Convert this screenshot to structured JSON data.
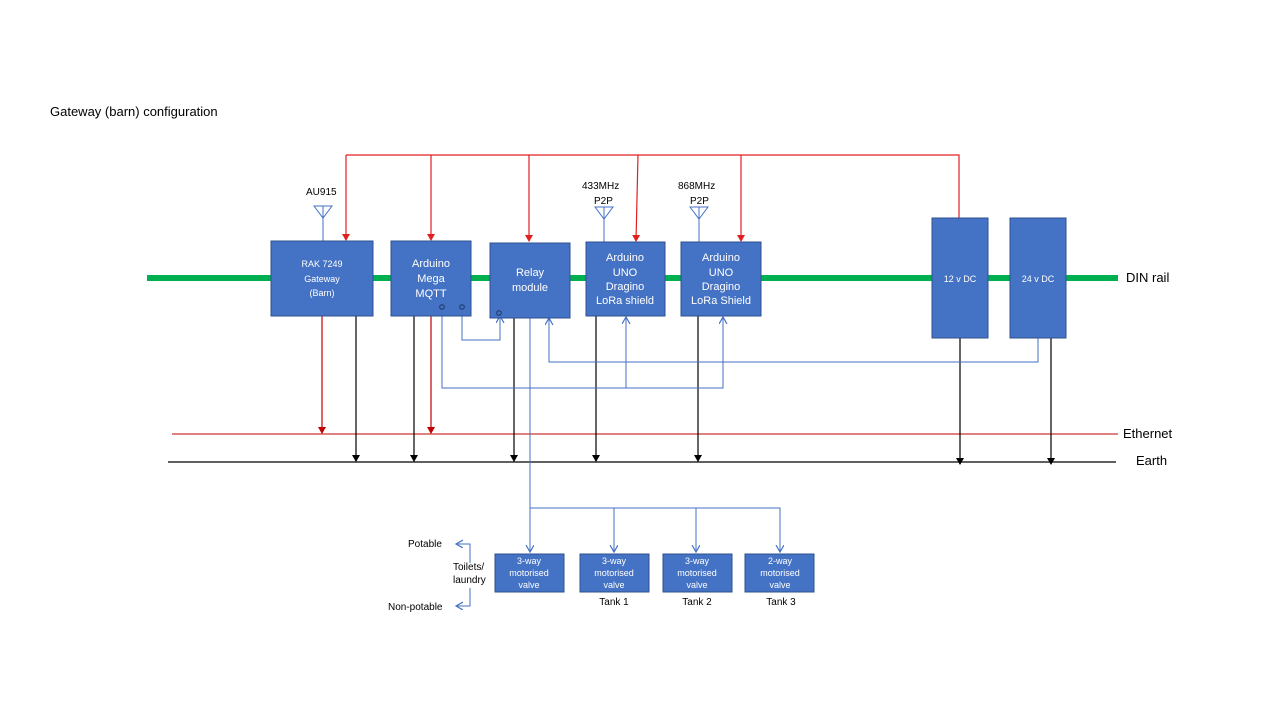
{
  "title": "Gateway (barn) configuration",
  "rails": {
    "din_rail": "DIN rail",
    "ethernet": "Ethernet",
    "earth": "Earth"
  },
  "antennas": {
    "au915": "AU915",
    "ant433_line1": "433MHz",
    "ant433_line2": "P2P",
    "ant868_line1": "868MHz",
    "ant868_line2": "P2P"
  },
  "modules": {
    "rak": [
      "RAK 7249",
      "Gateway",
      "(Barn)"
    ],
    "mega": [
      "Arduino",
      "Mega",
      "MQTT"
    ],
    "relay": [
      "Relay",
      "module"
    ],
    "uno433": [
      "Arduino",
      "UNO",
      "Dragino",
      "LoRa shield"
    ],
    "uno868": [
      "Arduino",
      "UNO",
      "Dragino",
      "LoRa Shield"
    ],
    "psu12": "12 v DC",
    "psu24": "24 v DC"
  },
  "valves": {
    "v1": [
      "3-way",
      "motorised",
      "valve"
    ],
    "v2": [
      "3-way",
      "motorised",
      "valve"
    ],
    "v3": [
      "3-way",
      "motorised",
      "valve"
    ],
    "v4": [
      "2-way",
      "motorised",
      "valve"
    ],
    "tank1": "Tank 1",
    "tank2": "Tank 2",
    "tank3": "Tank 3"
  },
  "outlets": {
    "potable": "Potable",
    "toilets_line1": "Toilets/",
    "toilets_line2": "laundry",
    "non_potable": "Non-potable"
  },
  "colors": {
    "box_fill": "#4472c4",
    "box_stroke": "#2f528f",
    "din_rail": "#00b050",
    "power": "#e02020",
    "ethernet": "#c00000",
    "signal": "#4472c4",
    "earth": "#000000"
  }
}
